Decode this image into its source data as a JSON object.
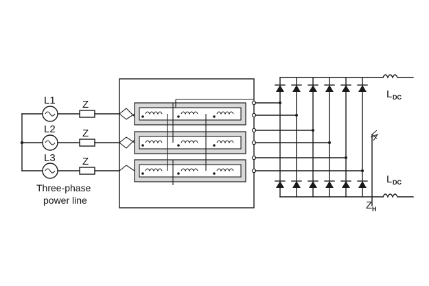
{
  "sources": [
    {
      "label": "L1"
    },
    {
      "label": "L2"
    },
    {
      "label": "L3"
    }
  ],
  "impedance_label": "Z",
  "caption": {
    "line1": "Three-phase",
    "line2": "power line"
  },
  "inductor_top": {
    "main": "L",
    "sub": "DC"
  },
  "inductor_bottom": {
    "main": "L",
    "sub": "DC"
  },
  "zh": {
    "main": "Z",
    "sub": "H"
  },
  "diode_count_per_row": 6,
  "colors": {
    "line": "#1a1a1a",
    "core_fill": "#d9d9d9",
    "background": "#ffffff"
  }
}
